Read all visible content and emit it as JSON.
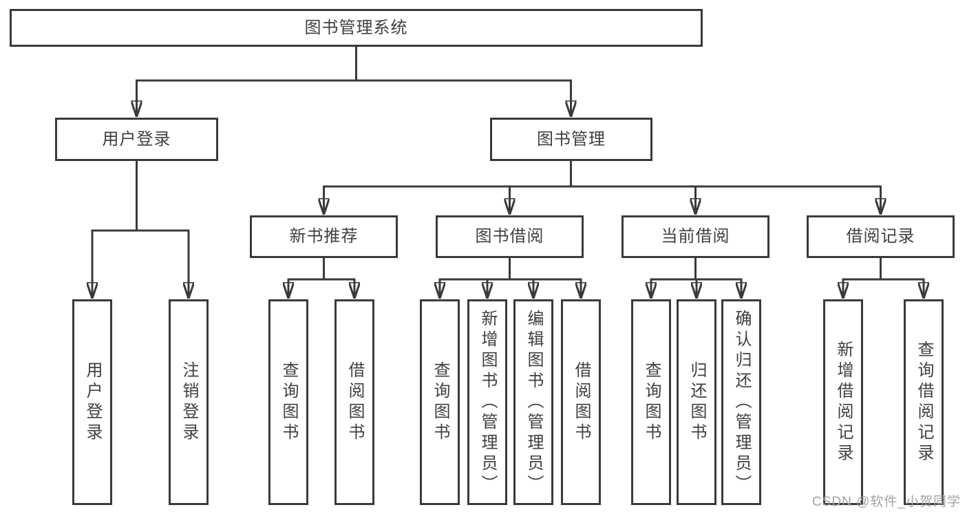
{
  "diagram": {
    "title": "图书管理系统",
    "watermark": "CSDN @软件_小贺同学",
    "colors": {
      "line": "#3a3a3a",
      "text": "#3f3f3f",
      "watermark": "#a2a2a2",
      "box_background": "#ffffff"
    },
    "root": {
      "label": "图书管理系统",
      "children": [
        {
          "label": "用户登录",
          "children": [
            {
              "label": "用户登录"
            },
            {
              "label": "注销登录"
            }
          ]
        },
        {
          "label": "图书管理",
          "children": [
            {
              "label": "新书推荐",
              "children": [
                {
                  "label": "查询图书"
                },
                {
                  "label": "借阅图书"
                }
              ]
            },
            {
              "label": "图书借阅",
              "children": [
                {
                  "label": "查询图书"
                },
                {
                  "label": "新增图书（管理员）"
                },
                {
                  "label": "编辑图书（管理员）"
                },
                {
                  "label": "借阅图书"
                }
              ]
            },
            {
              "label": "当前借阅",
              "children": [
                {
                  "label": "查询图书"
                },
                {
                  "label": "归还图书"
                },
                {
                  "label": "确认归还（管理员）"
                }
              ]
            },
            {
              "label": "借阅记录",
              "children": [
                {
                  "label": "新增借阅记录"
                },
                {
                  "label": "查询借阅记录"
                }
              ]
            }
          ]
        }
      ]
    }
  }
}
